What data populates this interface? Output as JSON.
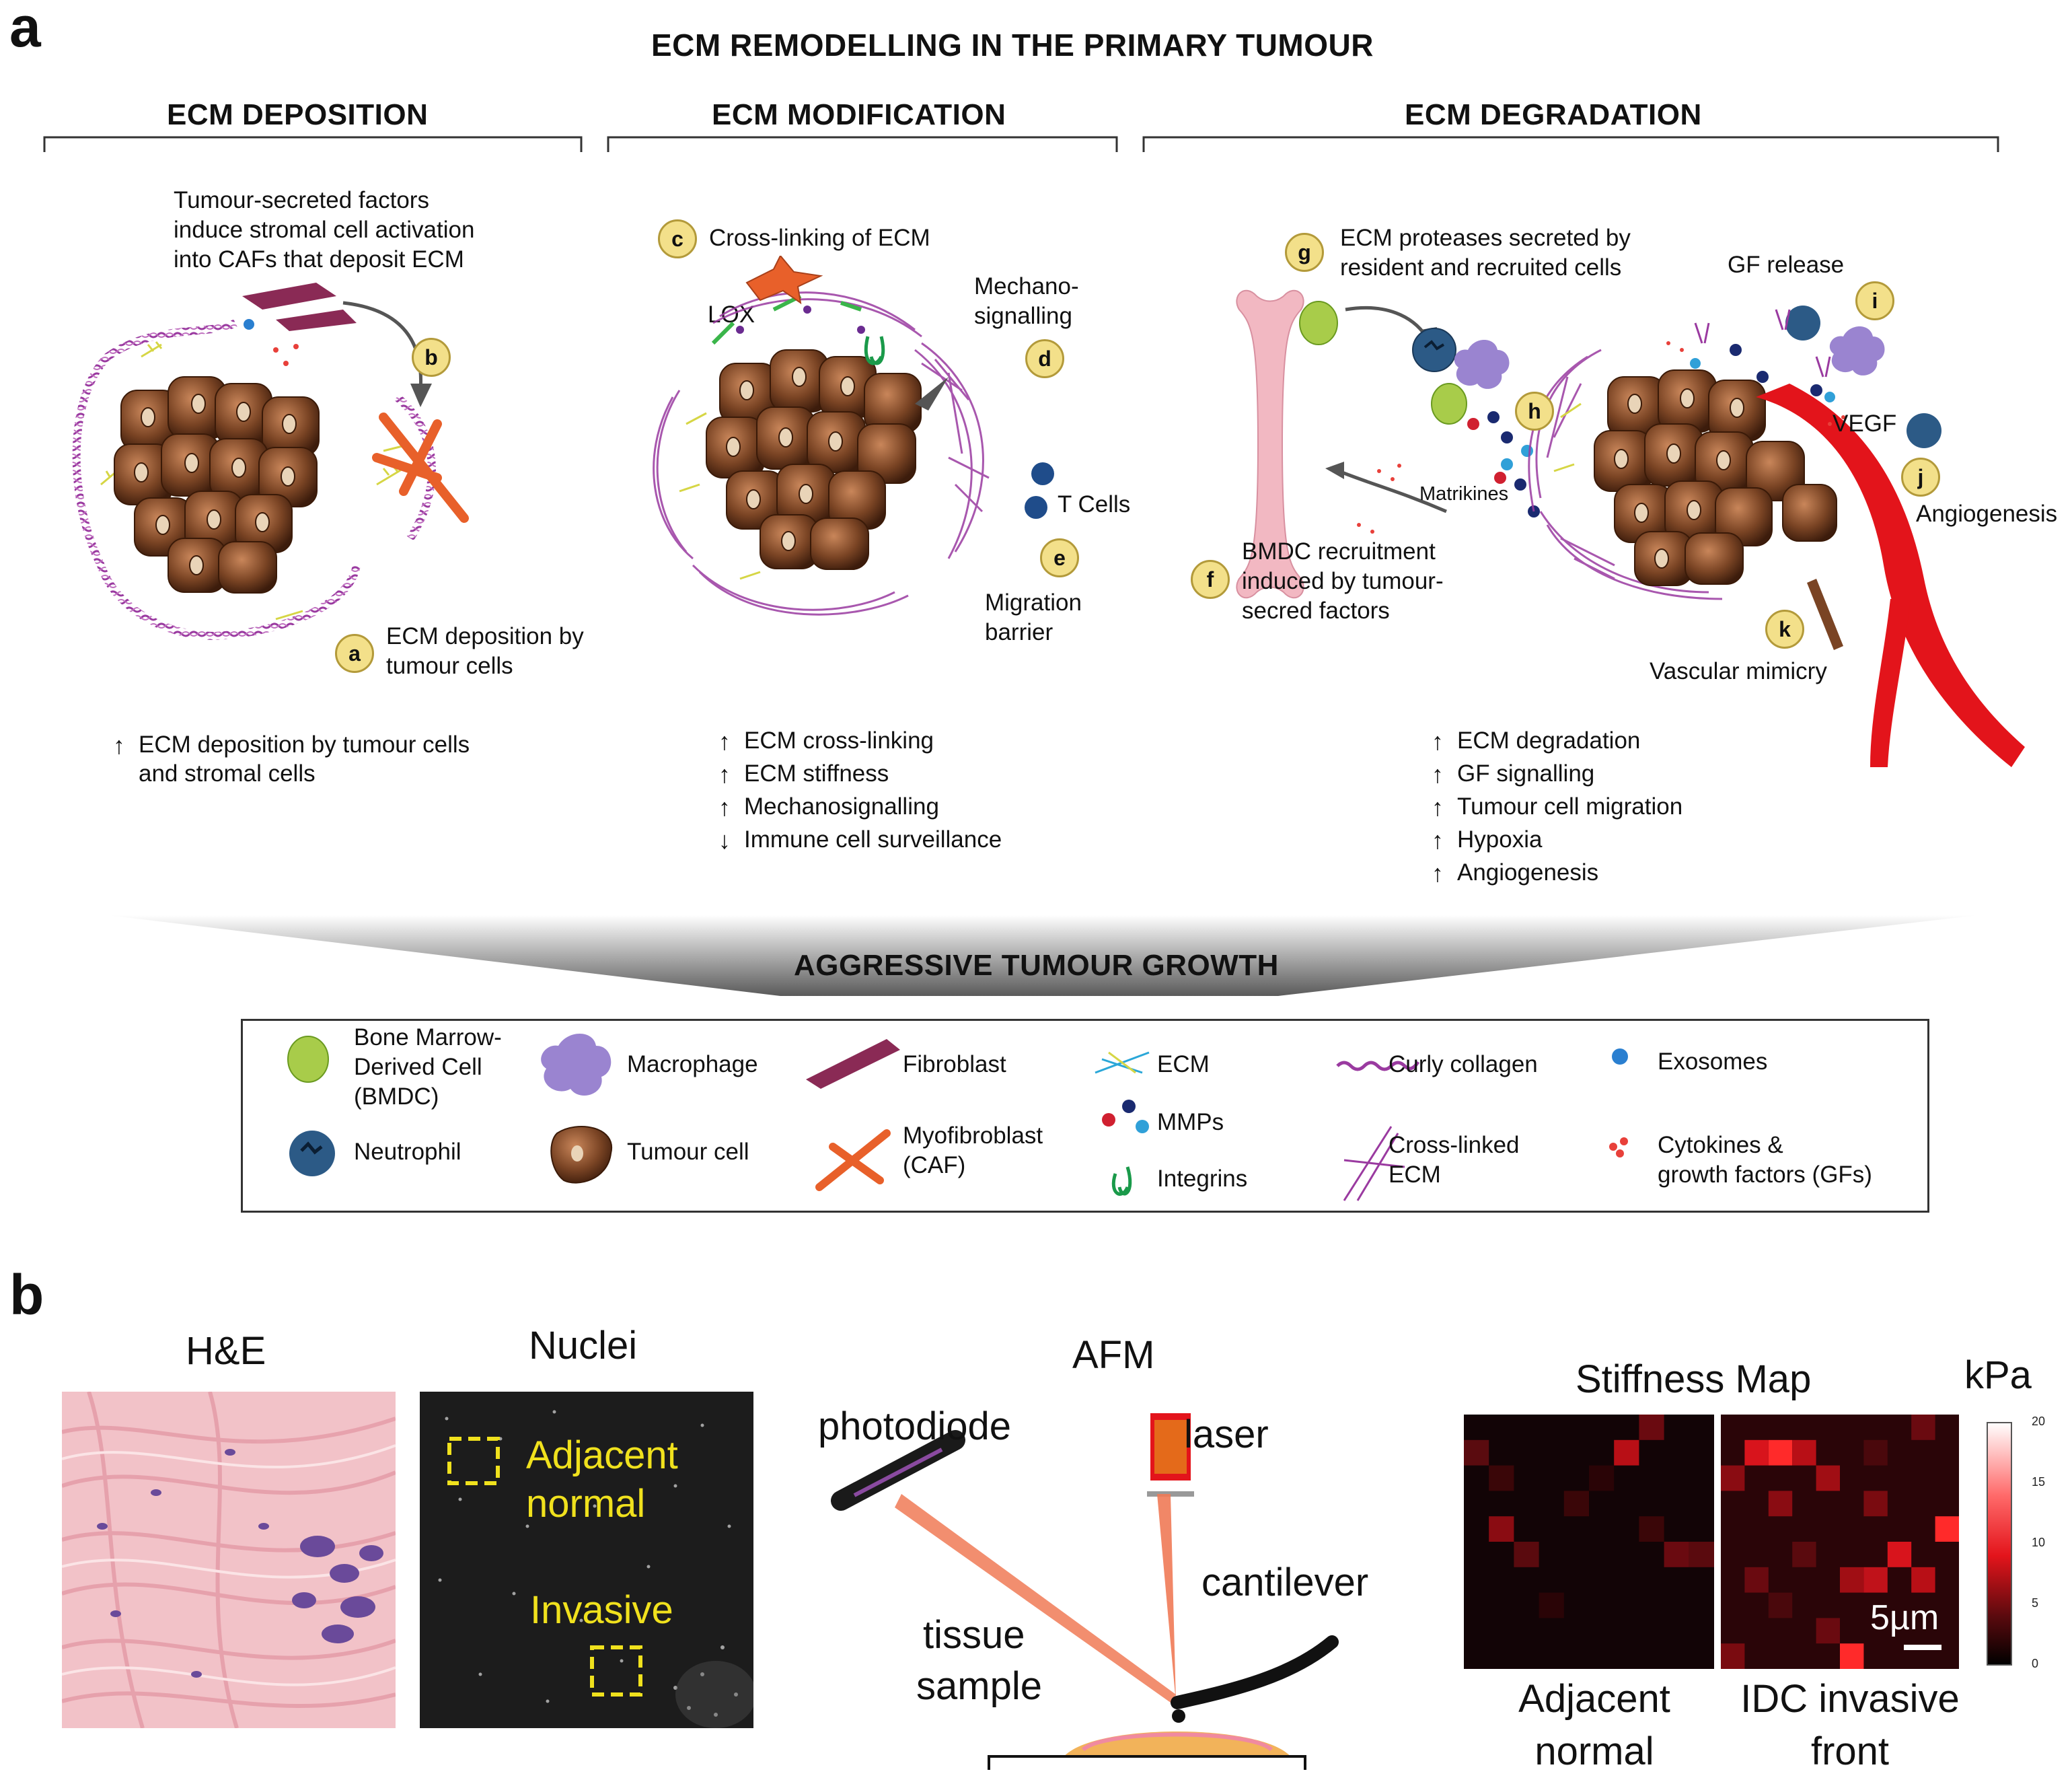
{
  "panel_a": {
    "letter": "a",
    "title": "ECM REMODELLING IN THE PRIMARY TUMOUR",
    "sections": {
      "deposition": {
        "header": "ECM DEPOSITION",
        "caption": [
          "Tumour-secreted factors",
          "induce stromal cell activation",
          "into CAFs that deposit ECM"
        ],
        "label_a": [
          "ECM deposition by",
          "tumour cells"
        ],
        "effects": [
          {
            "arrow": "up",
            "text": [
              "ECM deposition by tumour cells",
              "and stromal cells"
            ]
          }
        ]
      },
      "modification": {
        "header": "ECM MODIFICATION",
        "label_c": "Cross-linking of ECM",
        "lox": "LOX",
        "label_d": [
          "Mechano-",
          "signalling"
        ],
        "tcells": "T Cells",
        "label_e": [
          "Migration",
          "barrier"
        ],
        "effects": [
          {
            "arrow": "up",
            "text": "ECM cross-linking"
          },
          {
            "arrow": "up",
            "text": "ECM stiffness"
          },
          {
            "arrow": "up",
            "text": "Mechanosignalling"
          },
          {
            "arrow": "down",
            "text": "Immune cell surveillance"
          }
        ]
      },
      "degradation": {
        "header": "ECM DEGRADATION",
        "label_g": [
          "ECM proteases secreted by",
          "resident and recruited cells"
        ],
        "gf_release": "GF release",
        "vegf": "VEGF",
        "matrikines": "Matrikines",
        "label_f": [
          "BMDC recruitment",
          "induced by tumour-",
          "secred factors"
        ],
        "label_j": "Angiogenesis",
        "label_k": "Vascular mimicry",
        "effects": [
          {
            "arrow": "up",
            "text": "ECM degradation"
          },
          {
            "arrow": "up",
            "text": "GF signalling"
          },
          {
            "arrow": "up",
            "text": "Tumour cell migration"
          },
          {
            "arrow": "up",
            "text": "Hypoxia"
          },
          {
            "arrow": "up",
            "text": "Angiogenesis"
          }
        ]
      }
    },
    "badges": [
      "a",
      "b",
      "c",
      "d",
      "e",
      "f",
      "g",
      "h",
      "i",
      "j",
      "k"
    ],
    "banner": "AGGRESSIVE TUMOUR GROWTH",
    "legend": [
      {
        "icon": "bmdc-icon",
        "text": [
          "Bone Marrow-",
          "Derived Cell",
          "(BMDC)"
        ]
      },
      {
        "icon": "neutrophil-icon",
        "text": [
          "Neutrophil"
        ]
      },
      {
        "icon": "macrophage-icon",
        "text": [
          "Macrophage"
        ]
      },
      {
        "icon": "tumour-cell-icon",
        "text": [
          "Tumour cell"
        ]
      },
      {
        "icon": "fibroblast-icon",
        "text": [
          "Fibroblast"
        ]
      },
      {
        "icon": "myofibroblast-icon",
        "text": [
          "Myofibroblast",
          "(CAF)"
        ]
      },
      {
        "icon": "ecm-icon",
        "text": [
          "ECM"
        ]
      },
      {
        "icon": "mmps-icon",
        "text": [
          "MMPs"
        ]
      },
      {
        "icon": "integrins-icon",
        "text": [
          "Integrins"
        ]
      },
      {
        "icon": "curly-collagen-icon",
        "text": [
          "Curly collagen"
        ]
      },
      {
        "icon": "cross-linked-ecm-icon",
        "text": [
          "Cross-linked",
          "ECM"
        ]
      },
      {
        "icon": "exosomes-icon",
        "text": [
          "Exosomes"
        ]
      },
      {
        "icon": "cytokines-icon",
        "text": [
          "Cytokines &",
          "growth factors (GFs)"
        ]
      }
    ],
    "colors": {
      "badge": "#f3e08a",
      "tumour": "#7a4424",
      "vessel": "#e3141b",
      "collagen": "#9a3aa0",
      "caf": "#e8602a"
    }
  },
  "panel_b": {
    "letter": "b",
    "he_title": "H&E",
    "nuclei_title": "Nuclei",
    "nuclei_labels": [
      "Adjacent",
      "normal",
      "Invasive"
    ],
    "afm_title": "AFM",
    "afm_labels": {
      "photodiode": "photodiode",
      "laser": "laser",
      "cantilever": "cantilever",
      "tissue": [
        "tissue",
        "sample"
      ]
    },
    "stiffness_title": "Stiffness Map",
    "unit": "kPa",
    "colorbar_ticks": [
      "20",
      "15",
      "10",
      "5",
      "0"
    ],
    "scalebar": "5µm",
    "map_labels": [
      [
        "Adjacent",
        "normal"
      ],
      [
        "IDC invasive",
        "front"
      ]
    ],
    "colors": {
      "map_dark": "#120406",
      "map_bright": "#ff1a1a"
    }
  }
}
